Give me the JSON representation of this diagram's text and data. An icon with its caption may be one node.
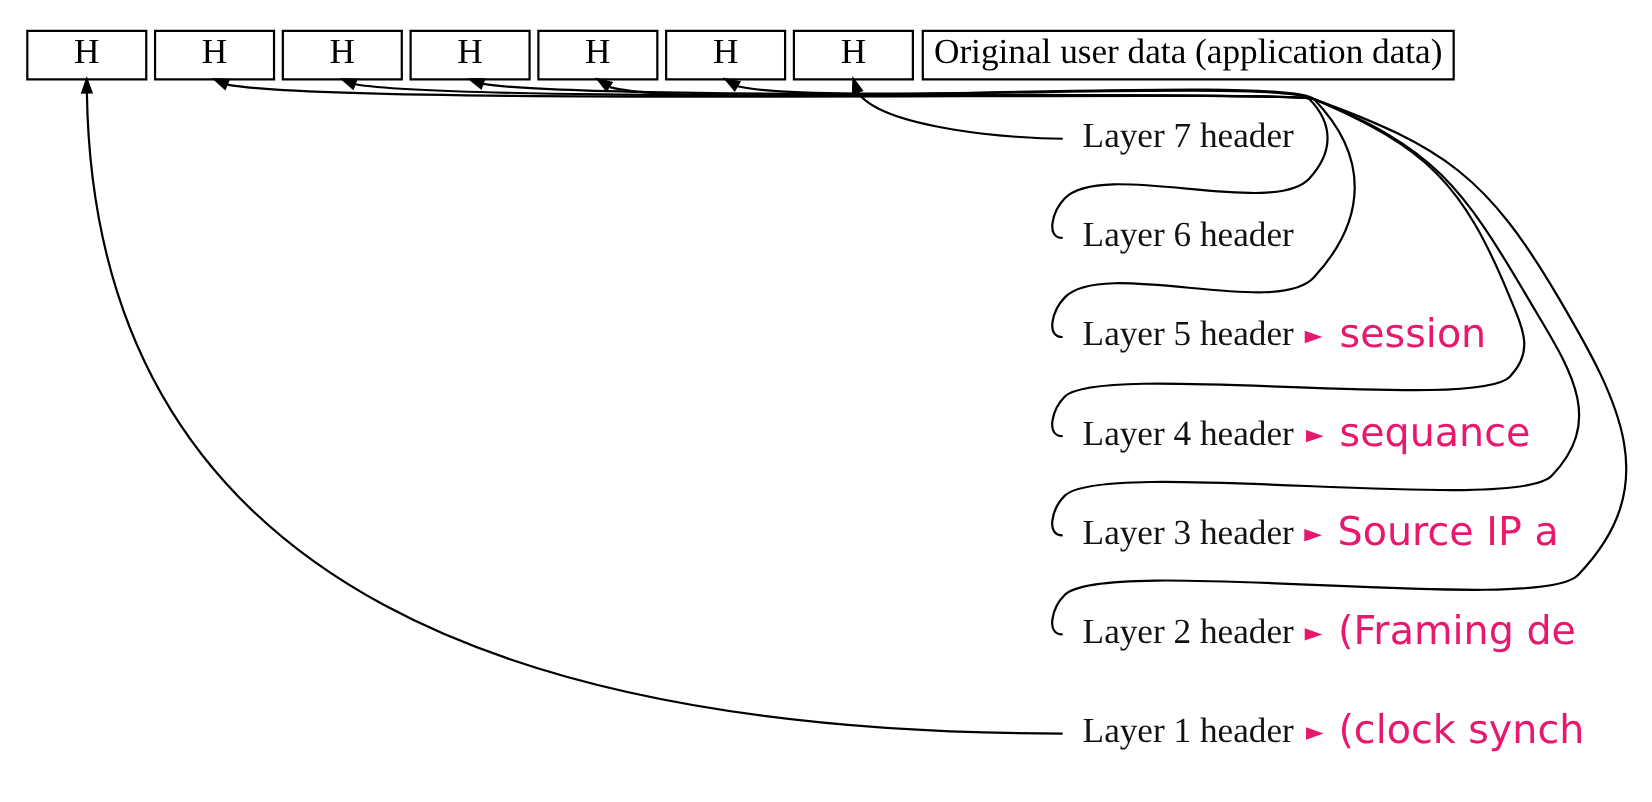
{
  "diagram": {
    "nodes": [
      {
        "text": [
          "H"
        ]
      },
      {
        "text": [
          "H"
        ]
      },
      {
        "text": [
          "H"
        ]
      },
      {
        "text": [
          "H"
        ]
      },
      {
        "text": [
          "H"
        ]
      },
      {
        "text": [
          "H"
        ]
      },
      {
        "text": [
          "H"
        ]
      },
      {
        "text": [
          "Original user data (application data)"
        ]
      },
      {
        "text": [
          "Layer 7 header"
        ]
      },
      {
        "text": [
          "Layer 6 header"
        ]
      },
      {
        "text": [
          "Layer 5 header"
        ]
      },
      {
        "text": [
          "Layer 4 header"
        ]
      },
      {
        "text": [
          "Layer 3 header"
        ]
      },
      {
        "text": [
          "Layer 2 header"
        ]
      },
      {
        "text": [
          "Layer 1 header"
        ]
      },
      {
        "text": [
          "session"
        ]
      },
      {
        "text": [
          "sequance"
        ]
      },
      {
        "text": [
          "Source IP a"
        ]
      },
      {
        "text": [
          "(Framing de"
        ]
      },
      {
        "text": [
          "(clock synch"
        ]
      }
    ],
    "edges": [
      {
        "from": 8,
        "to": 6,
        "arrow": "to"
      },
      {
        "from": 9,
        "to": 5,
        "arrow": "to"
      },
      {
        "from": 10,
        "to": 4,
        "arrow": "to"
      },
      {
        "from": 11,
        "to": 3,
        "arrow": "to"
      },
      {
        "from": 12,
        "to": 2,
        "arrow": "to"
      },
      {
        "from": 13,
        "to": 1,
        "arrow": "to"
      },
      {
        "from": 14,
        "to": 0,
        "arrow": "to"
      },
      {
        "from": 10,
        "to": 15,
        "arrow": "to",
        "color": "#e8186e"
      },
      {
        "from": 11,
        "to": 16,
        "arrow": "to",
        "color": "#e8186e"
      },
      {
        "from": 12,
        "to": 17,
        "arrow": "to",
        "color": "#e8186e"
      },
      {
        "from": 13,
        "to": 18,
        "arrow": "to",
        "color": "#e8186e"
      },
      {
        "from": 14,
        "to": 19,
        "arrow": "to",
        "color": "#e8186e"
      }
    ]
  }
}
